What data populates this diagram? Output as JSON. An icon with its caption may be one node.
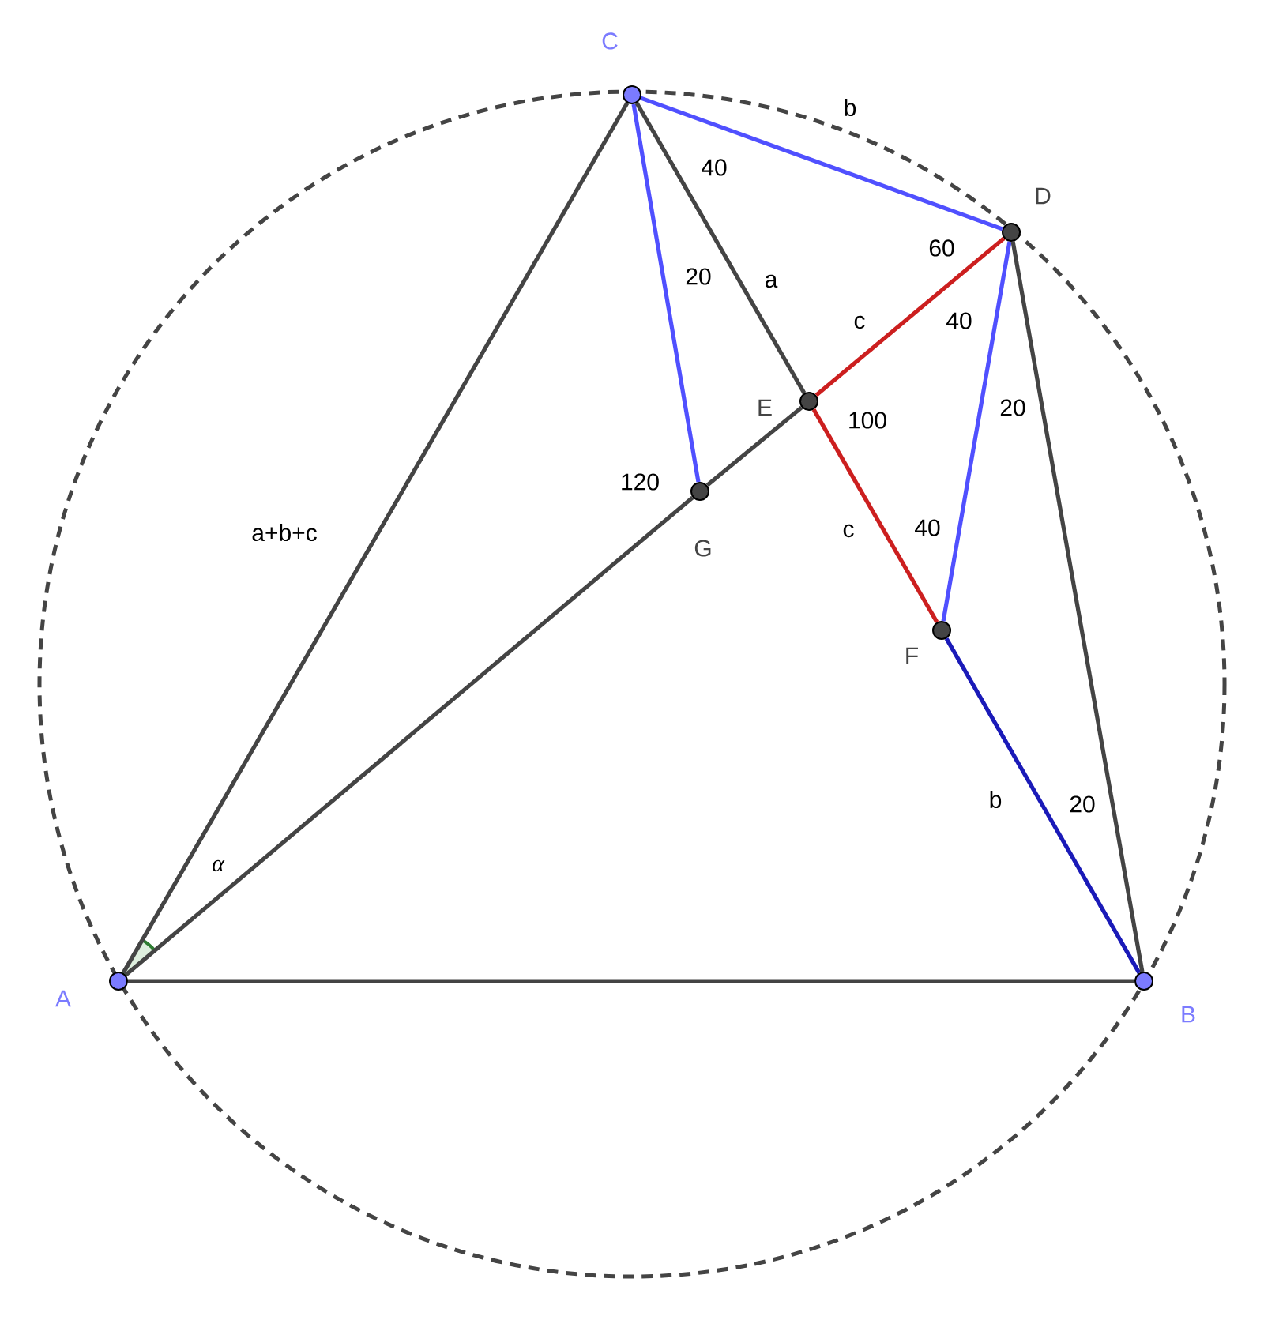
{
  "diagram": {
    "nodes": [
      {
        "text": [
          "A"
        ]
      },
      {
        "text": [
          "B"
        ]
      },
      {
        "text": [
          "C"
        ]
      },
      {
        "text": [
          "D"
        ]
      },
      {
        "text": [
          "E"
        ]
      },
      {
        "text": [
          "F"
        ]
      },
      {
        "text": [
          "G"
        ]
      }
    ],
    "edges": [
      {
        "from": 0,
        "to": 2,
        "arrow": "none",
        "label": "a+b+c"
      },
      {
        "from": 0,
        "to": 1,
        "arrow": "none"
      },
      {
        "from": 0,
        "to": 6,
        "arrow": "none"
      },
      {
        "from": 6,
        "to": 4,
        "arrow": "none"
      },
      {
        "from": 2,
        "to": 6,
        "arrow": "none",
        "color": "#5050ff"
      },
      {
        "from": 2,
        "to": 4,
        "arrow": "none",
        "label": "a"
      },
      {
        "from": 2,
        "to": 3,
        "arrow": "none",
        "label": "b",
        "color": "#5050ff"
      },
      {
        "from": 3,
        "to": 4,
        "arrow": "none",
        "label": "c",
        "color": "#cc1f1f"
      },
      {
        "from": 4,
        "to": 5,
        "arrow": "none",
        "label": "c",
        "color": "#cc1f1f"
      },
      {
        "from": 3,
        "to": 5,
        "arrow": "none",
        "color": "#5050ff"
      },
      {
        "from": 5,
        "to": 1,
        "arrow": "none",
        "label": "b",
        "color": "#1a1ab8"
      },
      {
        "from": 3,
        "to": 1,
        "arrow": "none"
      }
    ],
    "labels": [
      "40",
      "60",
      "20",
      "40",
      "20",
      "100",
      "120",
      "40",
      "20",
      "α"
    ]
  }
}
